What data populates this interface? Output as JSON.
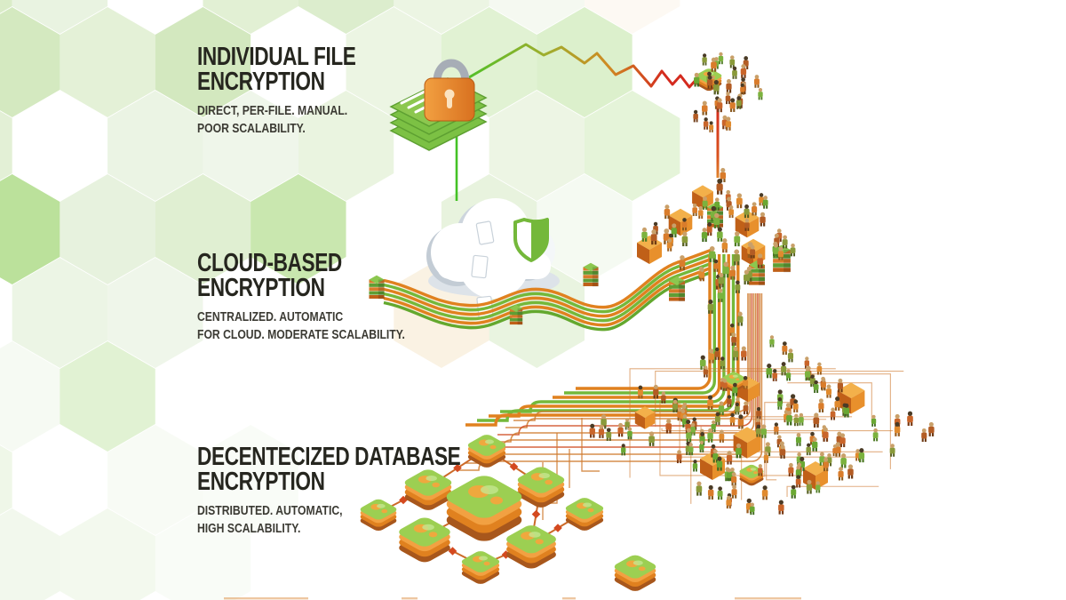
{
  "sections": [
    {
      "id": "individual-file",
      "icon": "padlock-files-icon",
      "title_line1": "INDIVIDUAL FILE",
      "title_line2": "ENCRYPTION",
      "desc_line1": "DIRECT, PER-FILE. MANUAL.",
      "desc_line2": "POOR SCALABILITY."
    },
    {
      "id": "cloud-based",
      "icon": "cloud-shield-icon",
      "title_line1": "CLOUD-BASED",
      "title_line2": "ENCRYPTION",
      "desc_line1": "CENTRALIZED. AUTOMATIC",
      "desc_line2": "FOR CLOUD. MODERATE SCALABILITY."
    },
    {
      "id": "decentralized-database",
      "icon": "database-network-icon",
      "title_line1": "DECENTECIZED DATABASE",
      "title_line2": "ENCRYPTION",
      "desc_line1": "DISTRIBUTED. AUTOMATIC,",
      "desc_line2": "HIGH SCALABILITY."
    }
  ],
  "colors": {
    "heading": "#26261f",
    "description": "#3b3a33",
    "bright_green": "#44c226",
    "accent_green": "#74b83a",
    "leaf_green": "#9ccf52",
    "accent_orange": "#e0811f",
    "deep_orange": "#c06018",
    "cube_top": "#f3b04a",
    "alert_red": "#d42a1e",
    "steel_gray": "#a7adb6",
    "line_tan": "#cf7a2e",
    "hex_pale": "#e5f1dc",
    "hex_mid": "#cde5b6",
    "hex_bright": "#9cd36e",
    "hex_tan": "#f5e3c2"
  },
  "illustration": {
    "top_crowd_count": 32,
    "middle_crowd_count": 54,
    "bottom_crowd_count": 150,
    "wave_stripe_count": 6,
    "vertical_stripe_count": 7,
    "network_link_count": 14,
    "database_node_count": 9
  }
}
